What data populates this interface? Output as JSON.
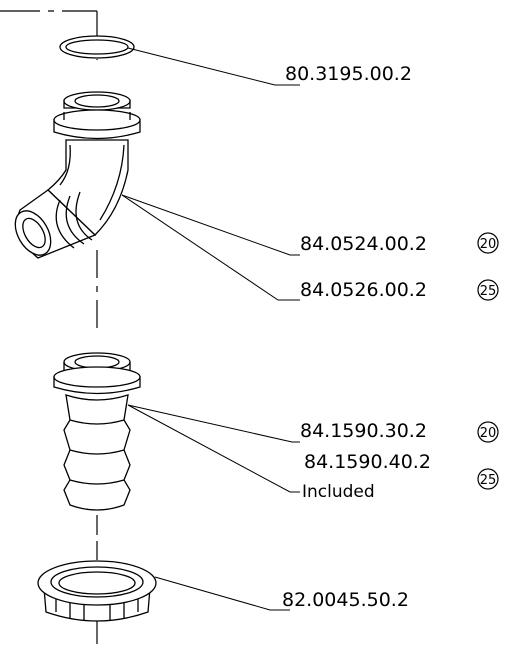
{
  "parts": {
    "oring": {
      "part_number": "80.3195.00.2"
    },
    "elbow": {
      "part_numbers": [
        {
          "number": "84.0524.00.2",
          "size": "20"
        },
        {
          "number": "84.0526.00.2",
          "size": "25"
        }
      ]
    },
    "straight_connector": {
      "part_numbers": [
        {
          "number": "84.1590.30.2",
          "size": "20"
        },
        {
          "number": "84.1590.40.2",
          "size": "25"
        }
      ],
      "included_label": "Included"
    },
    "nut": {
      "part_number": "82.0045.50.2"
    }
  }
}
